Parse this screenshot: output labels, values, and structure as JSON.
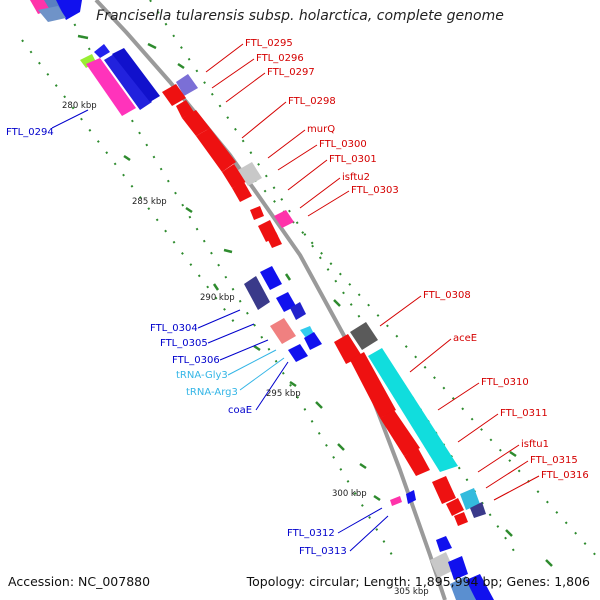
{
  "title": "Francisella tularensis subsp. holarctica, complete genome",
  "accession": "Accession: NC_007880",
  "topology": "Topology: circular; Length: 1,895,994 bp; Genes: 1,806",
  "ticks": [
    "280 kbp",
    "285 kbp",
    "290 kbp",
    "295 kbp",
    "300 kbp",
    "305 kbp"
  ],
  "colors": {
    "backbone": "#9a9a9a",
    "tick_line": "#2e8b2e",
    "forward_label": "#d40000",
    "reverse_label": "#0000cc",
    "rna_label": "#33b5e6"
  },
  "gene_labels": [
    {
      "text": "FTL_0295",
      "strand": "forward"
    },
    {
      "text": "FTL_0296",
      "strand": "forward"
    },
    {
      "text": "FTL_0297",
      "strand": "forward"
    },
    {
      "text": "FTL_0298",
      "strand": "forward"
    },
    {
      "text": "murQ",
      "strand": "forward"
    },
    {
      "text": "FTL_0300",
      "strand": "forward"
    },
    {
      "text": "FTL_0301",
      "strand": "forward"
    },
    {
      "text": "isftu2",
      "strand": "forward"
    },
    {
      "text": "FTL_0303",
      "strand": "forward"
    },
    {
      "text": "FTL_0308",
      "strand": "forward"
    },
    {
      "text": "aceE",
      "strand": "forward"
    },
    {
      "text": "FTL_0310",
      "strand": "forward"
    },
    {
      "text": "FTL_0311",
      "strand": "forward"
    },
    {
      "text": "isftu1",
      "strand": "forward"
    },
    {
      "text": "FTL_0315",
      "strand": "forward"
    },
    {
      "text": "FTL_0316",
      "strand": "forward"
    },
    {
      "text": "FTL_0294",
      "strand": "reverse"
    },
    {
      "text": "FTL_0304",
      "strand": "reverse"
    },
    {
      "text": "FTL_0305",
      "strand": "reverse"
    },
    {
      "text": "FTL_0306",
      "strand": "reverse"
    },
    {
      "text": "tRNA-Gly3",
      "strand": "rna"
    },
    {
      "text": "tRNA-Arg3",
      "strand": "rna"
    },
    {
      "text": "coaE",
      "strand": "reverse"
    },
    {
      "text": "FTL_0312",
      "strand": "reverse"
    },
    {
      "text": "FTL_0313",
      "strand": "reverse"
    }
  ]
}
